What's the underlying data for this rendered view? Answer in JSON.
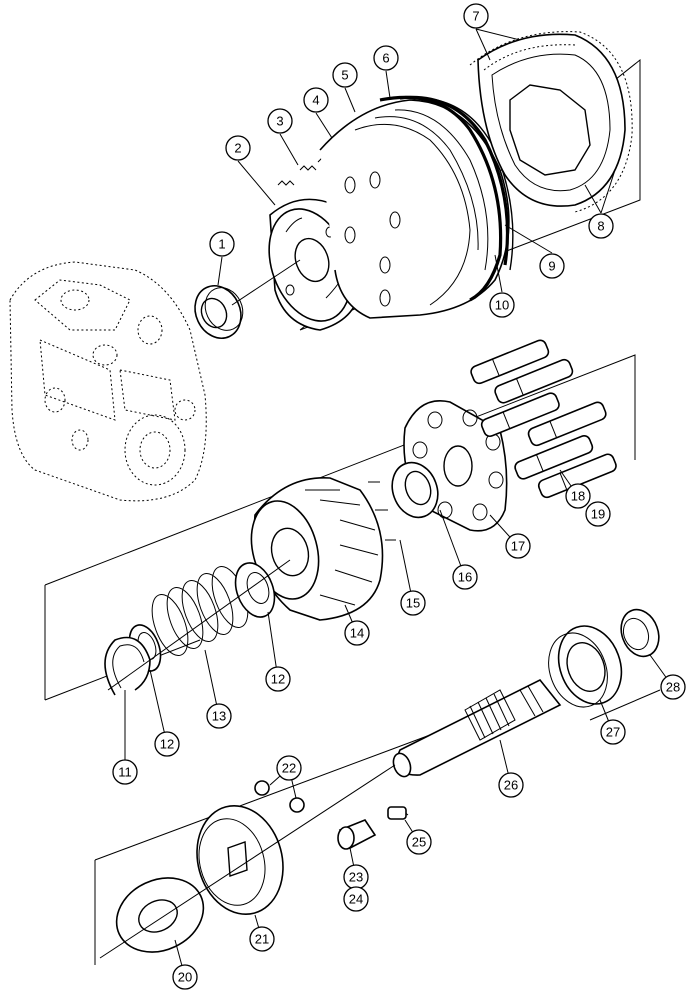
{
  "callouts": [
    {
      "id": "c1",
      "label": "1"
    },
    {
      "id": "c2",
      "label": "2"
    },
    {
      "id": "c3",
      "label": "3"
    },
    {
      "id": "c4",
      "label": "4"
    },
    {
      "id": "c5",
      "label": "5"
    },
    {
      "id": "c6",
      "label": "6"
    },
    {
      "id": "c7",
      "label": "7"
    },
    {
      "id": "c8",
      "label": "8"
    },
    {
      "id": "c9",
      "label": "9"
    },
    {
      "id": "c10",
      "label": "10"
    },
    {
      "id": "c11",
      "label": "11"
    },
    {
      "id": "c12a",
      "label": "12"
    },
    {
      "id": "c12b",
      "label": "12"
    },
    {
      "id": "c13",
      "label": "13"
    },
    {
      "id": "c14",
      "label": "14"
    },
    {
      "id": "c15",
      "label": "15"
    },
    {
      "id": "c16",
      "label": "16"
    },
    {
      "id": "c17",
      "label": "17"
    },
    {
      "id": "c18",
      "label": "18"
    },
    {
      "id": "c19",
      "label": "19"
    },
    {
      "id": "c20",
      "label": "20"
    },
    {
      "id": "c21",
      "label": "21"
    },
    {
      "id": "c22",
      "label": "22"
    },
    {
      "id": "c23",
      "label": "23"
    },
    {
      "id": "c24",
      "label": "24"
    },
    {
      "id": "c25",
      "label": "25"
    },
    {
      "id": "c26",
      "label": "26"
    },
    {
      "id": "c27",
      "label": "27"
    },
    {
      "id": "c28",
      "label": "28"
    }
  ]
}
